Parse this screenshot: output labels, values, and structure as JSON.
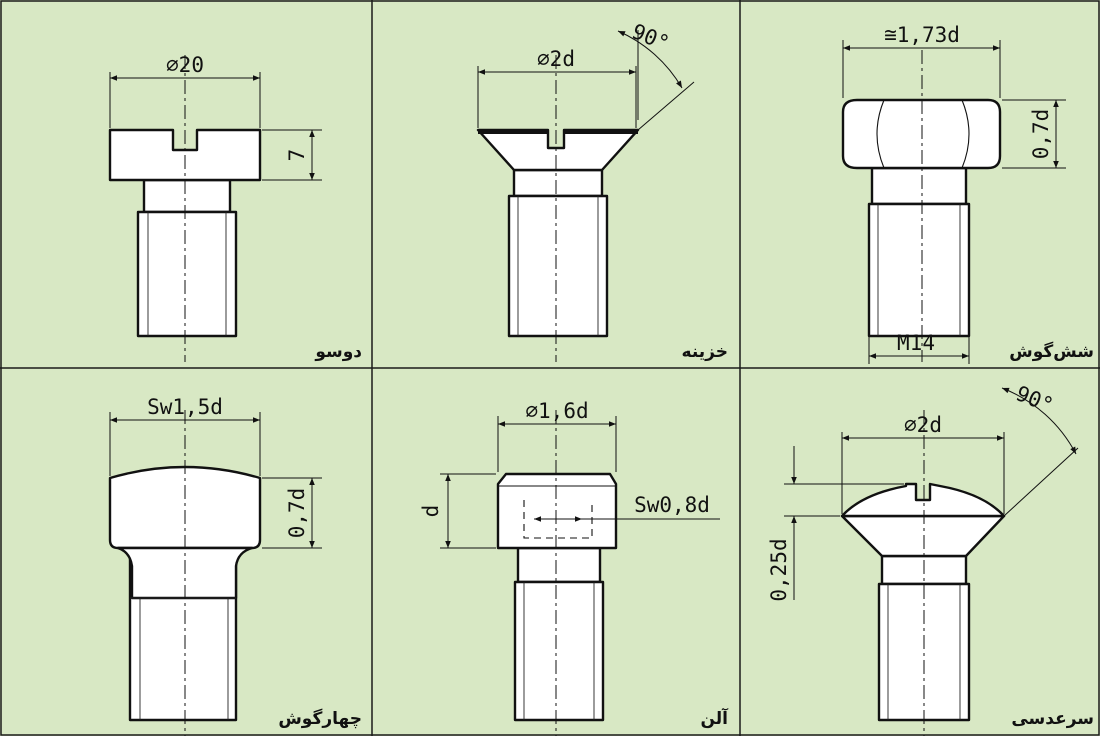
{
  "panels": [
    {
      "id": "slotted-cheese",
      "name": "دوسو",
      "dims": [
        "⌀20",
        "7"
      ]
    },
    {
      "id": "countersunk",
      "name": "خزینه",
      "dims": [
        "⌀2d",
        "90°"
      ]
    },
    {
      "id": "hexagon",
      "name": "شش‌گوش",
      "dims": [
        "≅1,73d",
        "0,7d",
        "M14"
      ]
    },
    {
      "id": "square",
      "name": "چهارگوش",
      "dims": [
        "Sw1,5d",
        "0,7d"
      ]
    },
    {
      "id": "socket",
      "name": "آلن",
      "dims": [
        "⌀1,6d",
        "d",
        "Sw0,8d"
      ]
    },
    {
      "id": "raised-countersunk",
      "name": "سرعدسی",
      "dims": [
        "⌀2d",
        "90°",
        "0,25d"
      ]
    }
  ],
  "colors": {
    "panel_background": "#d8e8c4",
    "line": "#111111",
    "part_fill": "#ffffff"
  }
}
